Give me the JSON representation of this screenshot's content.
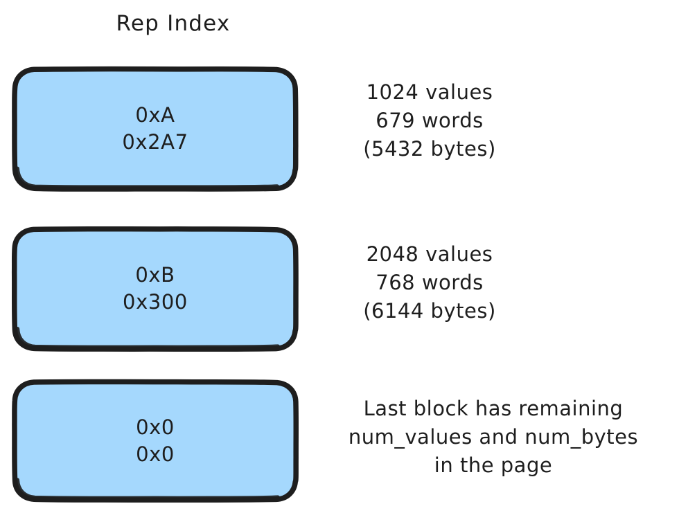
{
  "diagram": {
    "title": "Rep Index",
    "colors": {
      "block_fill": "#a5d8fd",
      "block_stroke": "#1e1e1e",
      "background": "#ffffff",
      "text": "#1e1e1e"
    },
    "blocks": [
      {
        "name": "rep-index-entry-1",
        "line1": "0xA",
        "line2": "0x2A7",
        "annotation": {
          "line1": "1024 values",
          "line2": "679 words",
          "line3": "(5432 bytes)"
        }
      },
      {
        "name": "rep-index-entry-2",
        "line1": "0xB",
        "line2": "0x300",
        "annotation": {
          "line1": "2048 values",
          "line2": "768 words",
          "line3": "(6144 bytes)"
        }
      },
      {
        "name": "rep-index-entry-3",
        "line1": "0x0",
        "line2": "0x0",
        "annotation": {
          "line1": "Last block has remaining",
          "line2": "num_values and num_bytes",
          "line3": "in the page"
        }
      }
    ]
  }
}
